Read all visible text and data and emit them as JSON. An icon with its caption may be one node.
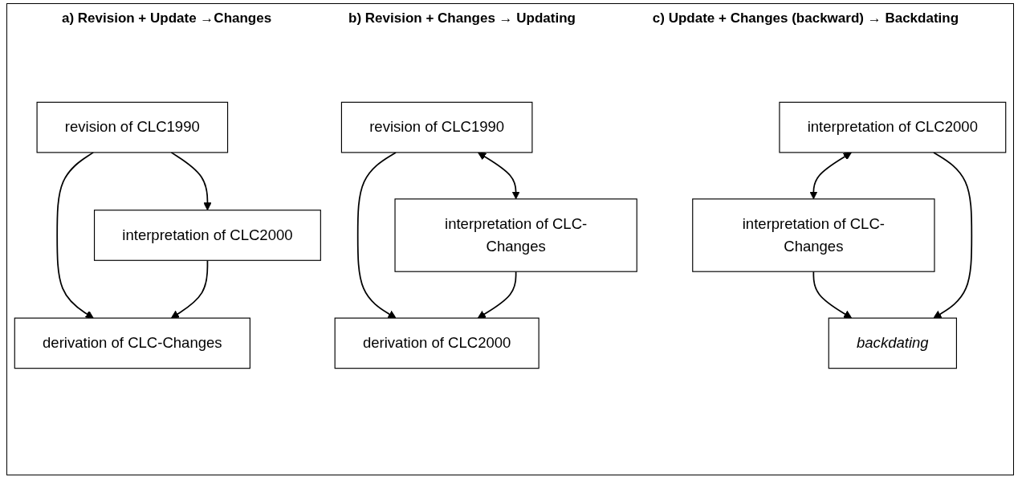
{
  "diagram": {
    "nodes": [
      {
        "text": [
          "revision of CLC1990"
        ]
      },
      {
        "text": [
          "interpretation of CLC2000"
        ]
      },
      {
        "text": [
          "derivation of CLC-Changes"
        ]
      },
      {
        "text": [
          "revision of CLC1990"
        ]
      },
      {
        "text": [
          "interpretation of CLC-Changes"
        ]
      },
      {
        "text": [
          "derivation of CLC2000"
        ]
      },
      {
        "text": [
          "interpretation of CLC2000"
        ]
      },
      {
        "text": [
          "interpretation of CLC-Changes"
        ]
      },
      {
        "text": [
          "backdating"
        ]
      }
    ],
    "edges": [
      {
        "from": 0,
        "to": 1,
        "arrow": "to"
      },
      {
        "from": 0,
        "to": 2,
        "arrow": "to"
      },
      {
        "from": 1,
        "to": 2,
        "arrow": "to"
      },
      {
        "from": 3,
        "to": 4,
        "arrow": "both"
      },
      {
        "from": 3,
        "to": 5,
        "arrow": "to"
      },
      {
        "from": 4,
        "to": 5,
        "arrow": "to"
      },
      {
        "from": 6,
        "to": 7,
        "arrow": "both"
      },
      {
        "from": 7,
        "to": 8,
        "arrow": "to"
      },
      {
        "from": 6,
        "to": 8,
        "arrow": "to"
      }
    ],
    "labels": [
      "a) Revision + Update →Changes",
      "b) Revision + Changes → Updating",
      "c) Update + Changes (backward) → Backdating"
    ]
  }
}
